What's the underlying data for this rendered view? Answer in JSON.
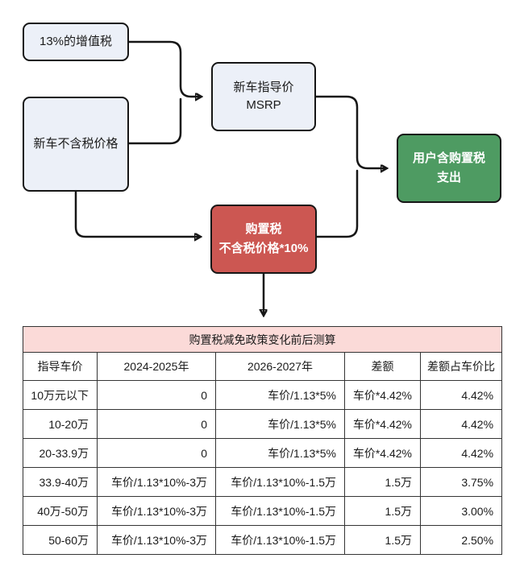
{
  "colors": {
    "light_box_fill": "#ecf0f8",
    "red_box_fill": "#cc5752",
    "green_box_fill": "#4e9b62",
    "box_border": "#161616",
    "table_title_bg": "#fbdad8",
    "table_border": "#343434"
  },
  "flowchart": {
    "vat_box": {
      "lines": [
        "13%的增值税"
      ]
    },
    "pretax_box": {
      "lines": [
        "新车不含税价格"
      ]
    },
    "msrp_box": {
      "lines": [
        "新车指导价",
        "MSRP"
      ]
    },
    "tax_box": {
      "lines": [
        "购置税",
        "不含税价格*10%"
      ]
    },
    "user_box": {
      "lines": [
        "用户含购置税",
        "支出"
      ]
    }
  },
  "table": {
    "title": "购置税减免政策变化前后测算",
    "headers": [
      "指导车价",
      "2024-2025年",
      "2026-2027年",
      "差额",
      "差额占车价比"
    ],
    "rows": [
      [
        "10万元以下",
        "0",
        "车价/1.13*5%",
        "车价*4.42%",
        "4.42%"
      ],
      [
        "10-20万",
        "0",
        "车价/1.13*5%",
        "车价*4.42%",
        "4.42%"
      ],
      [
        "20-33.9万",
        "0",
        "车价/1.13*5%",
        "车价*4.42%",
        "4.42%"
      ],
      [
        "33.9-40万",
        "车价/1.13*10%-3万",
        "车价/1.13*10%-1.5万",
        "1.5万",
        "3.75%"
      ],
      [
        "40万-50万",
        "车价/1.13*10%-3万",
        "车价/1.13*10%-1.5万",
        "1.5万",
        "3.00%"
      ],
      [
        "50-60万",
        "车价/1.13*10%-3万",
        "车价/1.13*10%-1.5万",
        "1.5万",
        "2.50%"
      ]
    ]
  }
}
